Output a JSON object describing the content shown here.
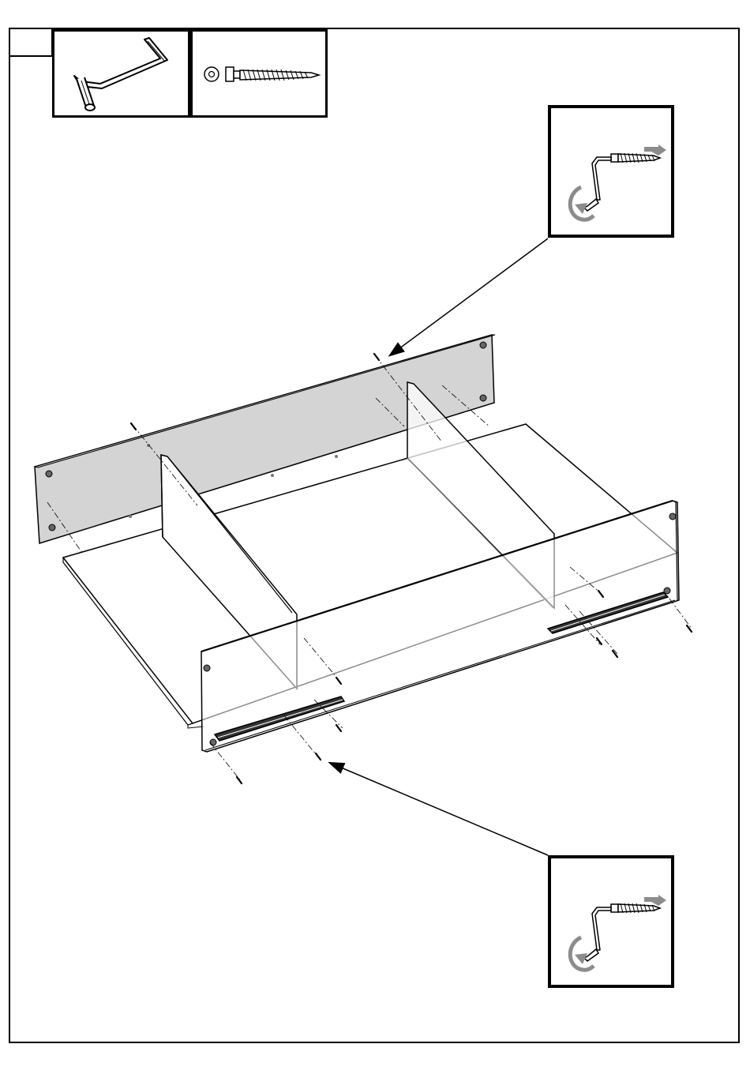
{
  "step": {
    "number": ""
  },
  "parts": {
    "tool": "hex-key",
    "fastener": "cam-screw-with-washer"
  },
  "callouts": [
    {
      "icon": "hex-key-turn-screw",
      "direction": "clockwise"
    },
    {
      "icon": "hex-key-turn-screw",
      "direction": "clockwise"
    }
  ],
  "colors": {
    "line": "#000000",
    "back_panel": "#d4d4d4",
    "arrow_grey": "#8c8c8c"
  }
}
